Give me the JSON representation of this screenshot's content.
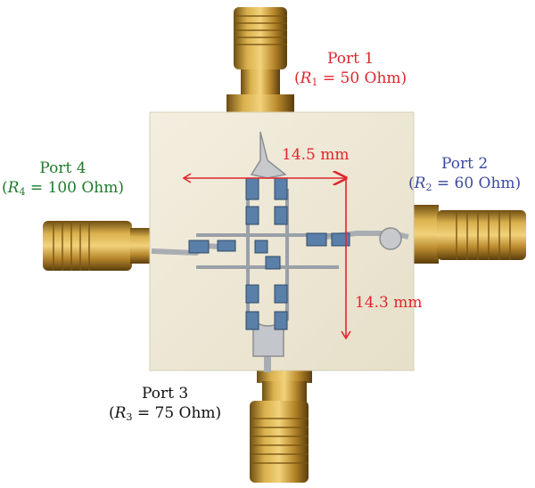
{
  "colors": {
    "port1": "#e0262d",
    "port2": "#3c4a9e",
    "port3": "#111111",
    "port4": "#1f7a2c",
    "dimension": "#e0262d",
    "substrate": "#efe9d8",
    "connector_gold": "#c89a3a"
  },
  "ports": {
    "port1": {
      "name": "Port 1",
      "resistor": "R",
      "sub": "1",
      "value": " = 50 Ohm"
    },
    "port2": {
      "name": "Port 2",
      "resistor": "R",
      "sub": "2",
      "value": " = 60 Ohm"
    },
    "port3": {
      "name": "Port 3",
      "resistor": "R",
      "sub": "3",
      "value": " = 75 Ohm"
    },
    "port4": {
      "name": "Port 4",
      "resistor": "R",
      "sub": "4",
      "value": " = 100 Ohm"
    }
  },
  "dimensions": {
    "width": "14.5 mm",
    "height": "14.3 mm"
  }
}
